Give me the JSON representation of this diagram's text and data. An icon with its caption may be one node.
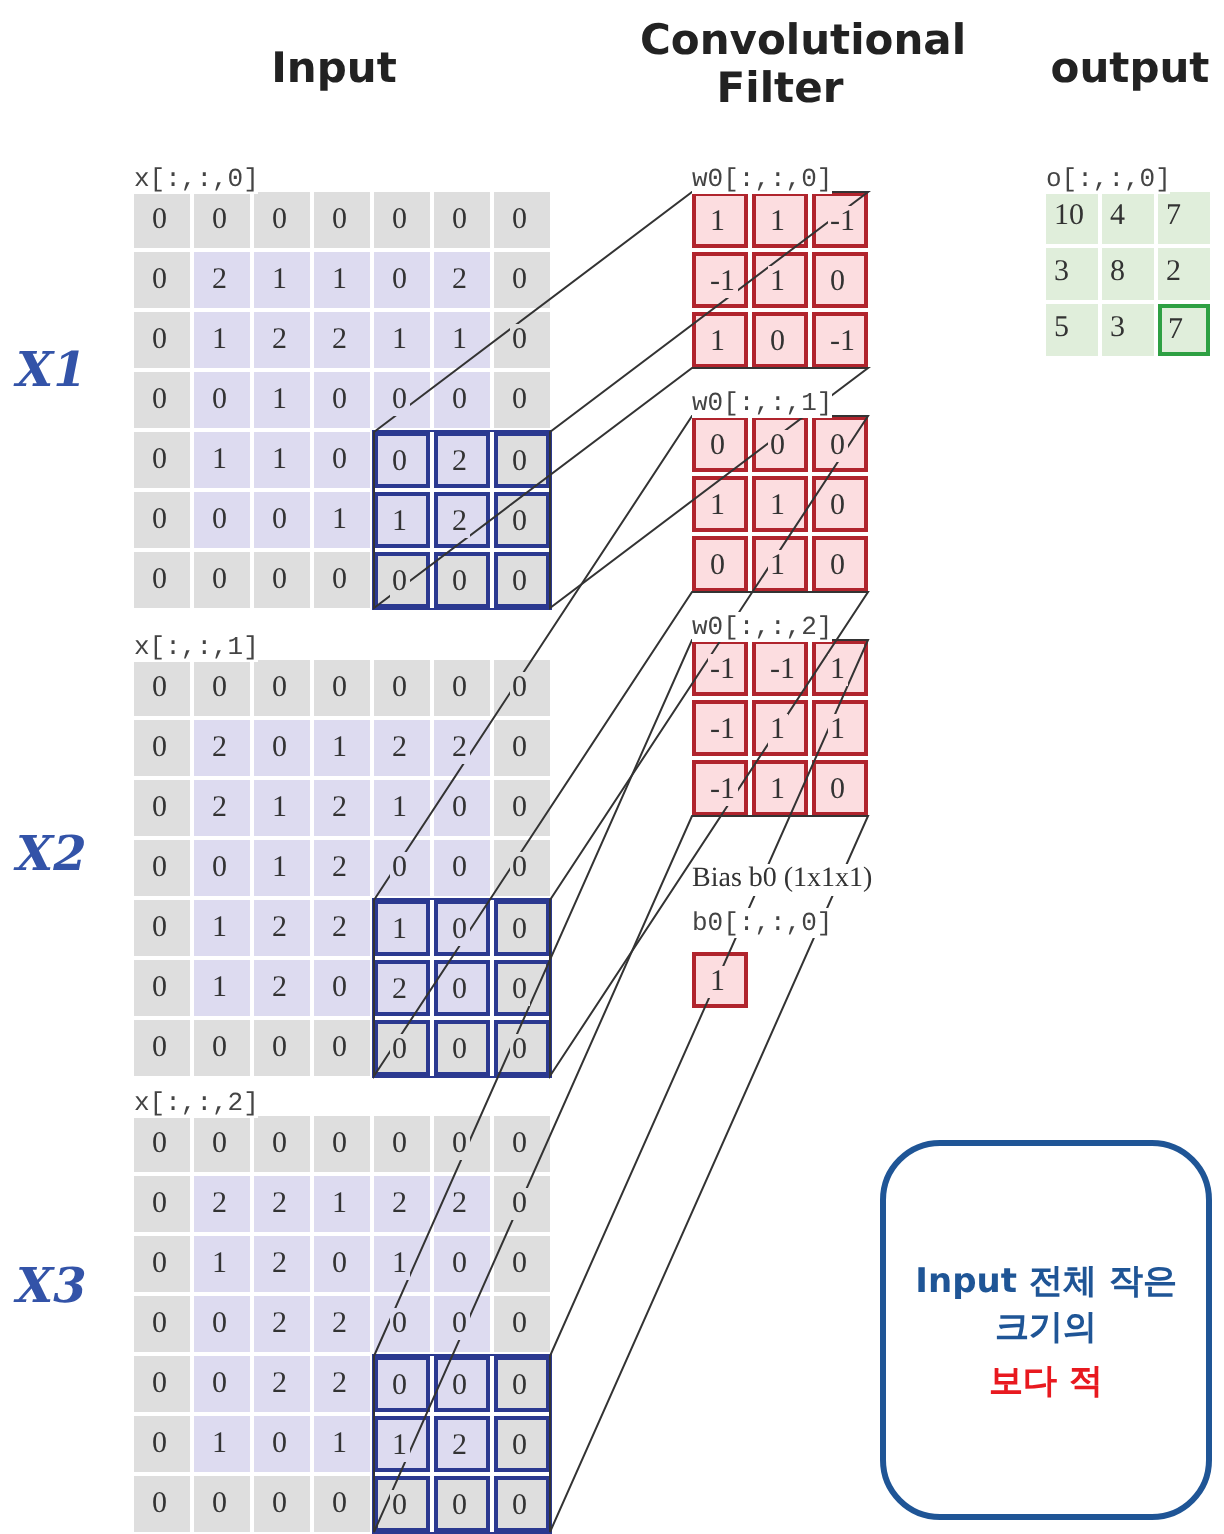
{
  "diagram": {
    "nodes": [
      {
        "text": [
          "x[:,:,0]"
        ]
      },
      {
        "text": [],
        "shape": "box",
        "in": 0
      },
      {
        "text": [
          "x[:,:,1]"
        ]
      },
      {
        "text": [],
        "shape": "box",
        "in": 2
      },
      {
        "text": [
          "x[:,:,2]"
        ]
      },
      {
        "text": [],
        "shape": "box",
        "in": 4
      },
      {
        "text": [
          "w0[:,:,0]"
        ]
      },
      {
        "text": [
          "w0[:,:,1]"
        ]
      },
      {
        "text": [
          "w0[:,:,2]"
        ]
      },
      {
        "text": [
          "Bias b0 (1x1x1)",
          "b0[:,:,0]"
        ]
      },
      {
        "text": [
          "o[:,:,0]"
        ]
      },
      {
        "text": [
          "Input 전체 작은 크기의",
          "보다 적"
        ]
      }
    ],
    "edges": [
      {
        "from": 1,
        "to": 6,
        "arrow": "none"
      },
      {
        "from": 3,
        "to": 7,
        "arrow": "none"
      },
      {
        "from": 5,
        "to": 8,
        "arrow": "none"
      }
    ],
    "labels": [
      "Input",
      "Convolutional Filter",
      "output",
      "X1",
      "X2",
      "X3",
      "0",
      "0",
      "0",
      "0",
      "0",
      "0",
      "0",
      "0",
      "2",
      "1",
      "1",
      "0",
      "2",
      "0",
      "0",
      "1",
      "2",
      "2",
      "1",
      "1",
      "0",
      "0",
      "0",
      "1",
      "0",
      "0",
      "0",
      "0",
      "0",
      "1",
      "1",
      "0",
      "0",
      "2",
      "0",
      "0",
      "0",
      "0",
      "1",
      "1",
      "2",
      "0",
      "0",
      "0",
      "0",
      "0",
      "0",
      "0",
      "0",
      "0",
      "0",
      "0",
      "0",
      "0",
      "0",
      "0",
      "0",
      "2",
      "0",
      "1",
      "2",
      "2",
      "0",
      "0",
      "2",
      "1",
      "2",
      "1",
      "0",
      "0",
      "0",
      "0",
      "1",
      "2",
      "0",
      "0",
      "0",
      "0",
      "1",
      "2",
      "2",
      "1",
      "0",
      "0",
      "0",
      "1",
      "2",
      "0",
      "2",
      "0",
      "0",
      "0",
      "0",
      "0",
      "0",
      "0",
      "0",
      "0",
      "0",
      "0",
      "0",
      "0",
      "0",
      "0",
      "0",
      "0",
      "2",
      "2",
      "1",
      "2",
      "2",
      "0",
      "0",
      "1",
      "2",
      "0",
      "1",
      "0",
      "0",
      "0",
      "0",
      "2",
      "2",
      "0",
      "0",
      "0",
      "0",
      "0",
      "2",
      "2",
      "0",
      "0",
      "0",
      "0",
      "1",
      "0",
      "1",
      "1",
      "2",
      "0",
      "0",
      "0",
      "0",
      "0",
      "0",
      "0",
      "0",
      "1",
      "1",
      "-1",
      "-1",
      "1",
      "0",
      "1",
      "0",
      "-1",
      "0",
      "0",
      "0",
      "1",
      "1",
      "0",
      "0",
      "1",
      "0",
      "-1",
      "-1",
      "1",
      "-1",
      "1",
      "1",
      "-1",
      "1",
      "0",
      "1",
      "10",
      "4",
      "7",
      "3",
      "8",
      "2",
      "5",
      "3",
      "7"
    ]
  }
}
